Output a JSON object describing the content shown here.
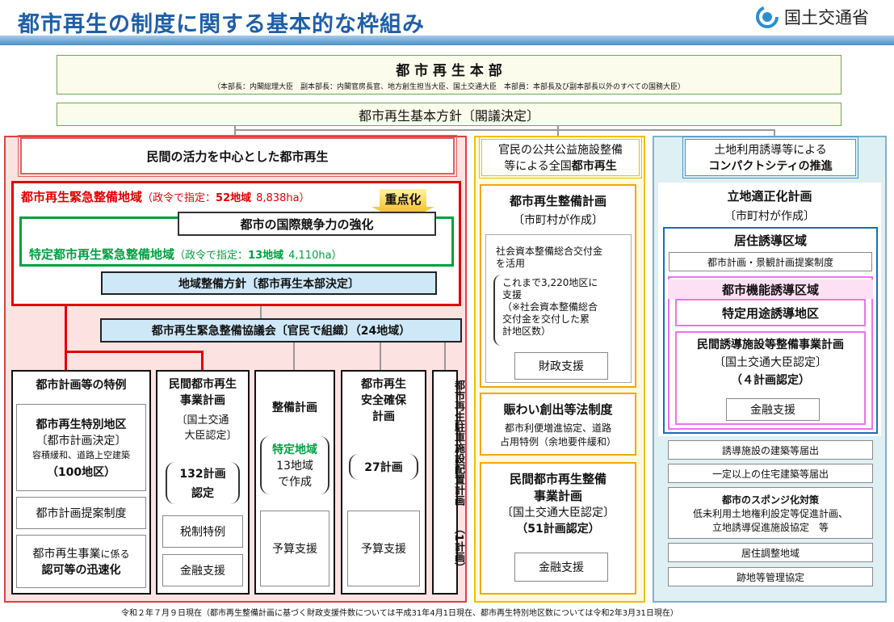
{
  "header": {
    "title": "都市再生の制度に関する基本的な枠組み",
    "ministry": "国土交通省",
    "colors": {
      "title": "#1f5fa8",
      "bar": "#4a90c8",
      "red": "#e00000",
      "green": "#00a040"
    }
  },
  "top": {
    "hq_title": "都 市 再 生 本 部",
    "hq_members": "（本部長：内閣総理大臣　副本部長：内閣官房長官、地方創生担当大臣、国土交通大臣　本部員：本部長及び副本部長以外のすべての国務大臣）",
    "policy": "都市再生基本方針〔閣議決定〕"
  },
  "left": {
    "title": "民間の活力を中心とした都市再生",
    "emergency": {
      "name": "都市再生緊急整備地域",
      "note": "（政令で指定：",
      "count": "52地域",
      "area": "8,838ha）"
    },
    "priority": "重点化",
    "intl": "都市の国際競争力の強化",
    "specific": {
      "name": "特定都市再生緊急整備地域",
      "note": "（政令で指定：",
      "count": "13地域",
      "area": "4,110ha）"
    },
    "regional_policy": "地域整備方針〔都市再生本部決定〕",
    "council": "都市再生緊急整備協議会〔官民で組織〕（24地域）",
    "c1": {
      "title": "都市計画等の特例",
      "district_l1": "都市再生特別地区",
      "district_l2": "〔都市計画決定〕",
      "district_note": "容積緩和、道路上空建築",
      "district_count": "（100地区）",
      "proposal": "都市計画提案制度",
      "speed_l1a": "都市再生事業",
      "speed_l1b": "に係る",
      "speed_l2": "認可等の迅速化"
    },
    "c2": {
      "l1": "民間都市再生",
      "l2": "事業計画",
      "l3": "〔国土交通",
      "l4": "大臣認定〕",
      "count1": "132計画",
      "count2": "認定",
      "tax": "税制特例",
      "finance": "金融支援"
    },
    "c3": {
      "title": "整備計画",
      "area": "特定地域",
      "l2": "13地域",
      "l3": "で作成",
      "budget": "予算支援"
    },
    "c4": {
      "l1": "都市再生",
      "l2": "安全確保",
      "l3": "計画",
      "count": "27計画",
      "budget": "予算支援"
    },
    "c5": {
      "vertical": "都市再生駐車施設配置計画",
      "count": "（1計画）"
    }
  },
  "mid": {
    "title_l1": "官民の公共公益施設整備",
    "title_l2a": "等による全国",
    "title_l2b": "都市再生",
    "plan_title": "都市再生整備計画",
    "plan_sub": "〔市町村が作成〕",
    "grant_l1": "社会資本整備総合交付金",
    "grant_l2": "を活用",
    "support_l1": "これまで3,220地区に",
    "support_l2": "支援",
    "support_l3": "（※社会資本整備総合",
    "support_l4": "交付金を交付した累",
    "support_l5": "計地区数）",
    "fiscal": "財政支援",
    "vitality_title": "賑わい創出等法制度",
    "vitality_l1": "都市利便増進協定、道路",
    "vitality_l2": "占用特例（余地要件緩和）",
    "private_l1": "民間都市再生整備",
    "private_l2": "事業計画",
    "private_l3": "〔国土交通大臣認定〕",
    "private_count": "（51計画認定）",
    "finance": "金融支援"
  },
  "right": {
    "title_l1": "土地利用誘導等による",
    "title_l2": "コンパクトシティの推進",
    "plan_title": "立地適正化計画",
    "plan_sub": "〔市町村が作成〕",
    "residence": "居住誘導区域",
    "residence_note": "都市計画・景観計画提案制度",
    "function": "都市機能誘導区域",
    "special_use": "特定用途誘導地区",
    "private_l1": "民間誘導施設等整備事業計画",
    "private_l2": "〔国土交通大臣認定〕",
    "private_count": "（４計画認定）",
    "finance": "金融支援",
    "list": [
      "誘導施設の建築等届出",
      "一定以上の住宅建築等届出"
    ],
    "sponge_title": "都市のスポンジ化対策",
    "sponge_l1": "低未利用土地権利設定等促進計画、",
    "sponge_l2": "立地誘導促進施設協定　等",
    "list2": [
      "居住調整地域",
      "跡地等管理協定"
    ]
  },
  "footer": "令和２年７月９日現在（都市再生整備計画に基づく財政支援件数については平成31年4月1日現在、都市再生特別地区数については令和2年3月31日現在）"
}
